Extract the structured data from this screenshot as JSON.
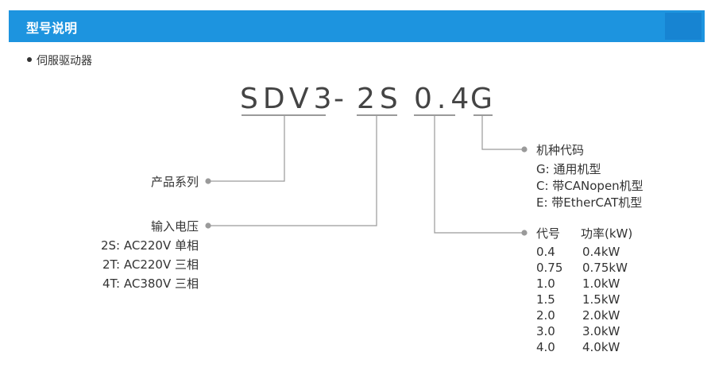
{
  "header": {
    "title": "型号说明"
  },
  "section": {
    "label": "伺服驱动器"
  },
  "model": {
    "seg1": "SDV3",
    "dash": "-",
    "seg2": "2S",
    "seg3": "0.4",
    "seg4": "G"
  },
  "left": {
    "product_series_label": "产品系列",
    "input_voltage_label": "输入电压",
    "voltage_options": [
      "2S: AC220V 单相",
      "2T: AC220V 三相",
      "4T: AC380V 三相"
    ]
  },
  "right": {
    "machine_code_label": "机种代码",
    "machine_codes": [
      "G: 通用机型",
      "C: 带CANopen机型",
      "E: 带EtherCAT机型"
    ],
    "power_table": {
      "headers": [
        "代号",
        "功率(kW)"
      ],
      "rows": [
        [
          "0.4",
          "0.4kW"
        ],
        [
          "0.75",
          "0.75kW"
        ],
        [
          "1.0",
          "1.0kW"
        ],
        [
          "1.5",
          "1.5kW"
        ],
        [
          "2.0",
          "2.0kW"
        ],
        [
          "3.0",
          "3.0kW"
        ],
        [
          "4.0",
          "4.0kW"
        ]
      ]
    }
  },
  "colors": {
    "header_bg": "#1d94df",
    "header_accent": "#1784d2",
    "line": "#9a9a9a",
    "text": "#333333"
  }
}
